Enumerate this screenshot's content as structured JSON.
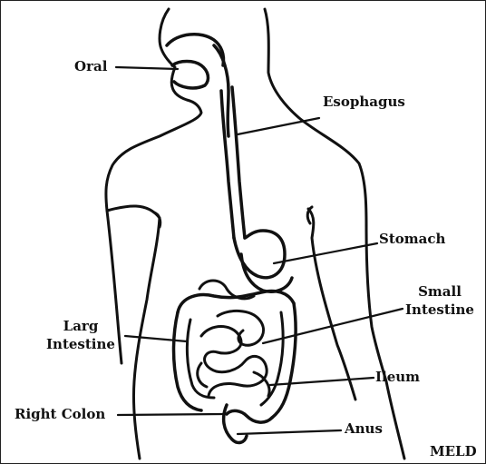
{
  "labels": {
    "oral": "Oral",
    "esophagus": "Esophagus",
    "stomach": "Stomach",
    "small_intestine_1": "Small",
    "small_intestine_2": "Intestine",
    "large_intestine_1": "Larg",
    "large_intestine_2": "Intestine",
    "ileum": "Ileum",
    "right_colon": "Right Colon",
    "anus": "Anus",
    "watermark": "MELD"
  },
  "colors": {
    "ink": "#111111",
    "background": "#ffffff"
  }
}
